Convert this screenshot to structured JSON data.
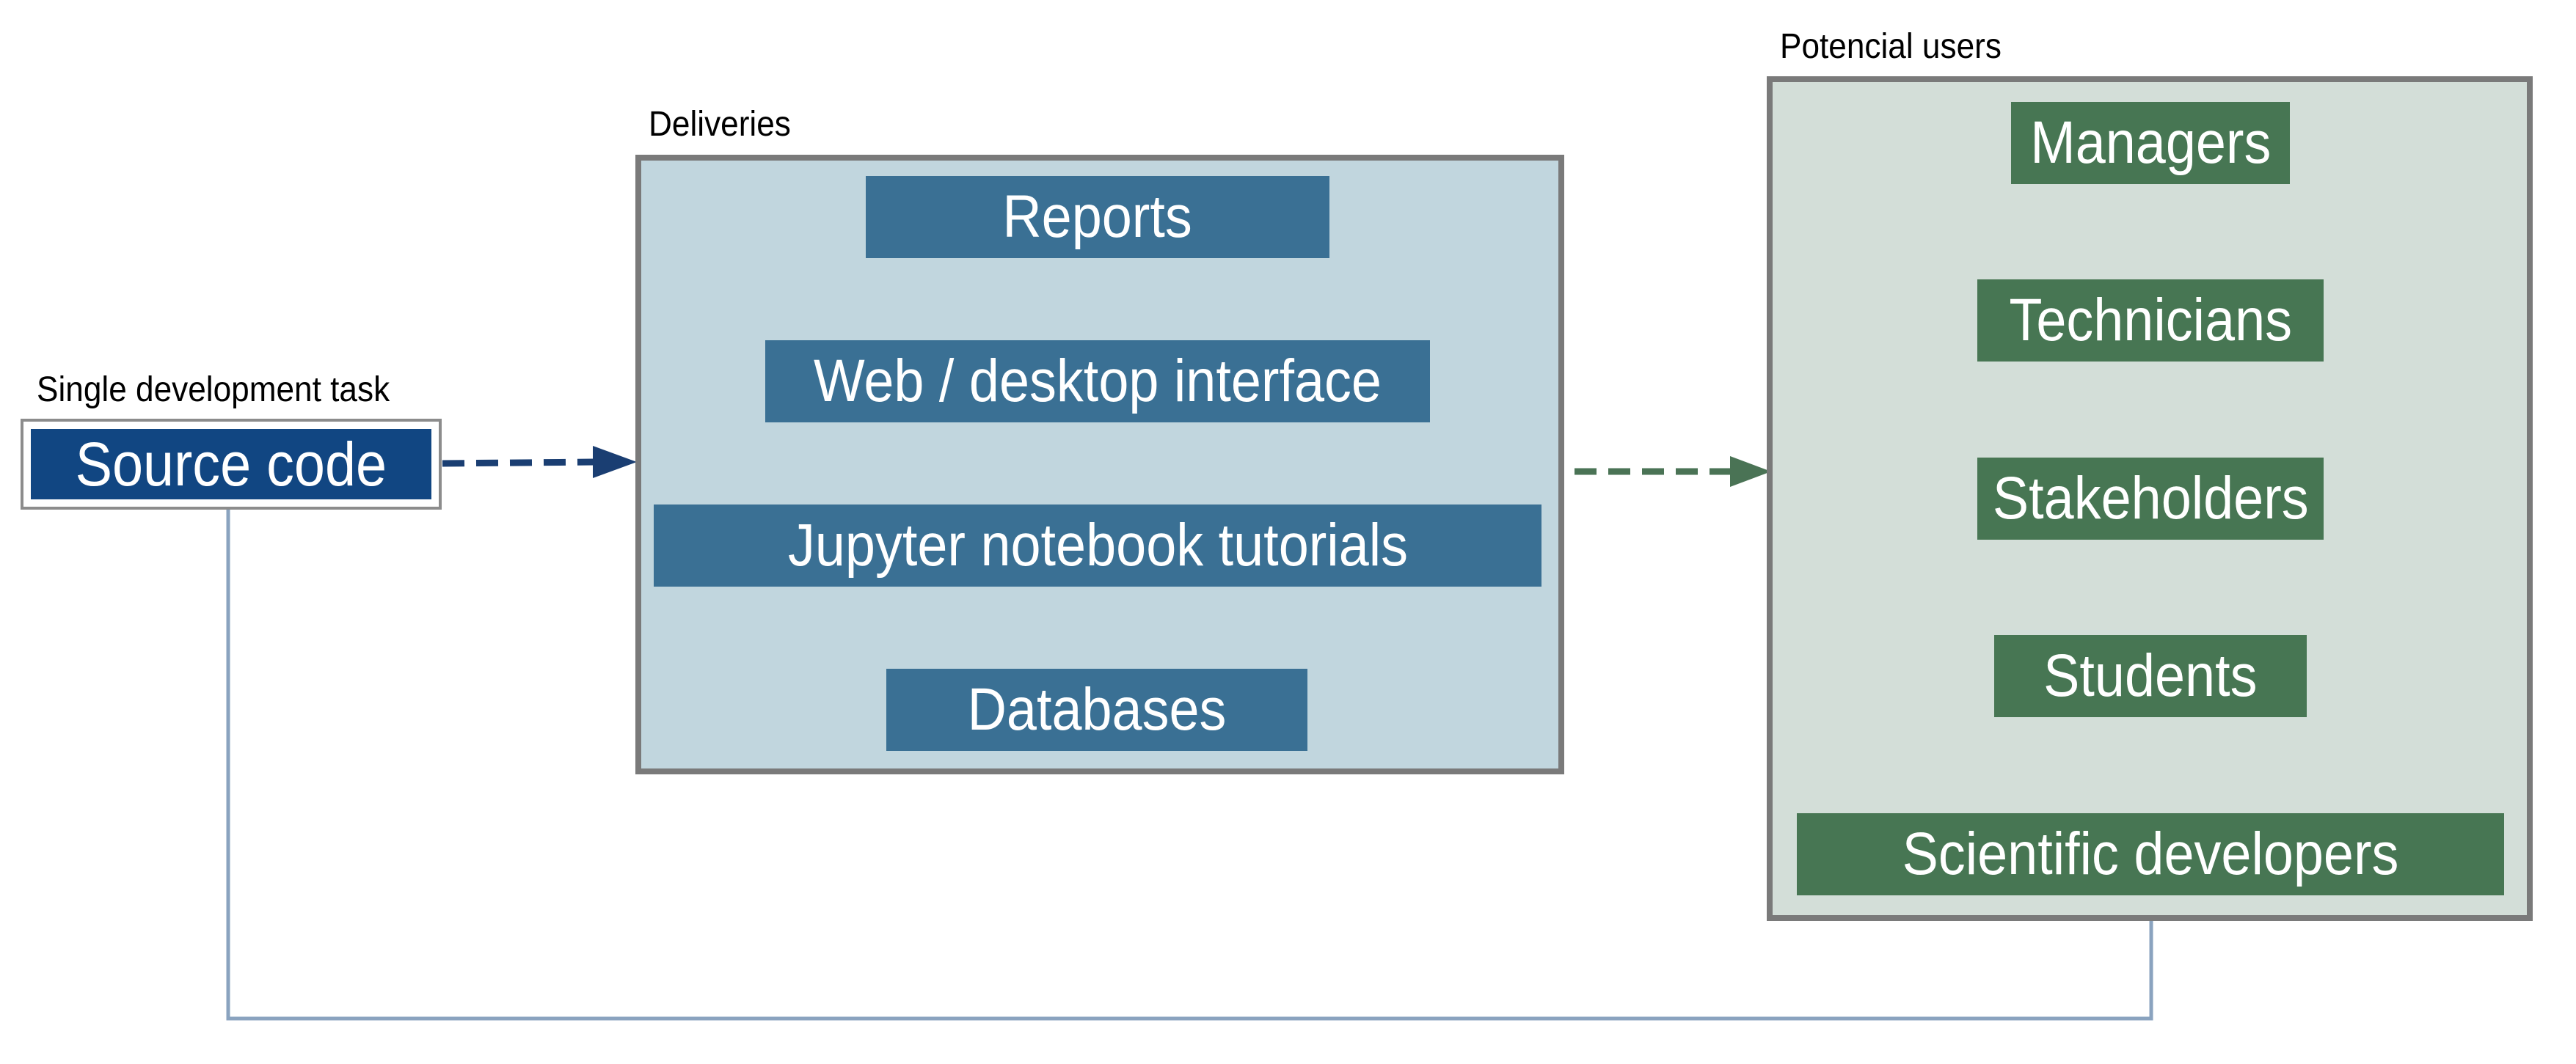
{
  "source": {
    "caption": "Single development task",
    "label": "Source code"
  },
  "deliveries": {
    "caption": "Deliveries",
    "items": [
      "Reports",
      "Web / desktop interface",
      "Jupyter notebook tutorials",
      "Databases"
    ]
  },
  "users": {
    "caption": "Potencial users",
    "items": [
      "Managers",
      "Technicians",
      "Stakeholders",
      "Students",
      "Scientific developers"
    ]
  },
  "colors": {
    "source_fill": "#114682",
    "deliveries_bg": "#c1d6de",
    "delivery_item": "#3a7094",
    "users_bg": "#d3ded8",
    "user_item": "#477653",
    "arrow_source": "#1a3e72",
    "arrow_users": "#4a7355",
    "feedback_line": "#8aa3bf",
    "border": "#7a7a7a"
  }
}
